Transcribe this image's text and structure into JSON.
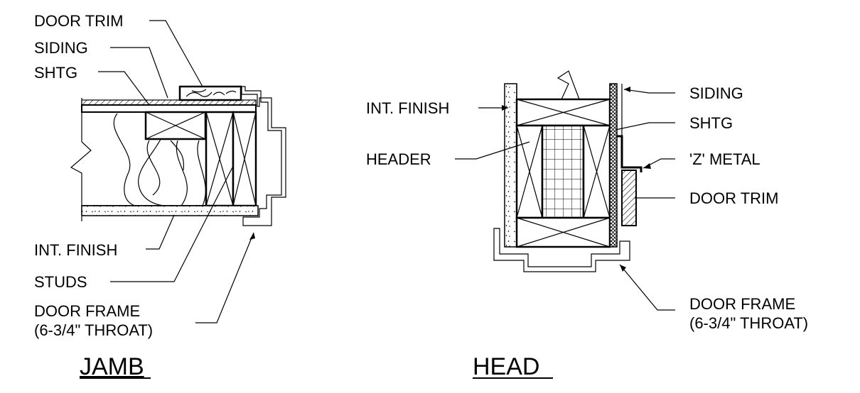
{
  "jamb": {
    "title": "JAMB",
    "labels": {
      "door_trim": "DOOR TRIM",
      "siding": "SIDING",
      "shtg": "SHTG",
      "int_finish": "INT. FINISH",
      "studs": "STUDS",
      "door_frame_line1": "DOOR FRAME",
      "door_frame_line2": "(6-3/4\" THROAT)"
    }
  },
  "head": {
    "title": "HEAD",
    "labels": {
      "int_finish": "INT. FINISH",
      "header": "HEADER",
      "siding": "SIDING",
      "shtg": "SHTG",
      "z_metal": "'Z' METAL",
      "door_trim": "DOOR TRIM",
      "door_frame_line1": "DOOR FRAME",
      "door_frame_line2": "(6-3/4\" THROAT)"
    }
  }
}
